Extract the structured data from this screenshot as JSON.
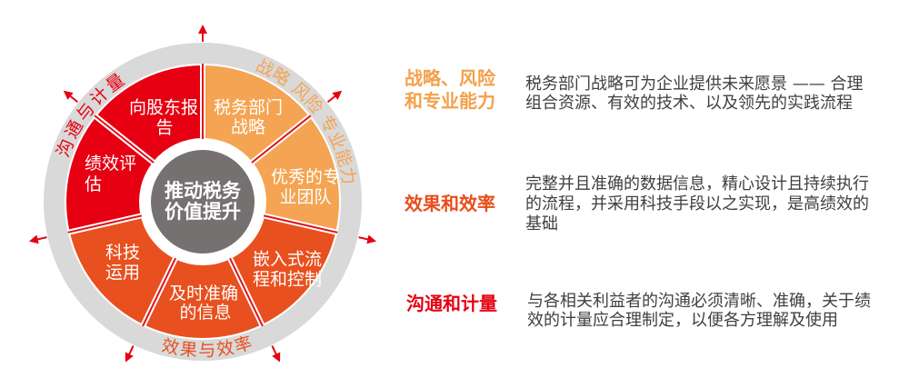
{
  "colors": {
    "red": "#E60012",
    "dark_orange": "#E8501F",
    "light_orange": "#F4A452",
    "ring_gray": "#D9D9D9",
    "center_gray": "#767171",
    "divider_red": "#E2101C",
    "body_text": "#404040"
  },
  "wheel": {
    "center": {
      "line1": "推动税务",
      "line2": "价值提升"
    },
    "segments": [
      {
        "name": "税务部门战略",
        "lines": [
          "税务部门",
          "战略"
        ],
        "color": "#F4A452"
      },
      {
        "name": "优秀的专业团队",
        "lines": [
          "优秀的专",
          "业团队"
        ],
        "color": "#F4A452"
      },
      {
        "name": "嵌入式流程和控制",
        "lines": [
          "嵌入式流",
          "程和控制"
        ],
        "color": "#E8501F"
      },
      {
        "name": "及时准确的信息",
        "lines": [
          "及时准确",
          "的信息"
        ],
        "color": "#E8501F"
      },
      {
        "name": "科技运用",
        "lines": [
          "科技",
          "运用"
        ],
        "color": "#E8501F"
      },
      {
        "name": "绩效评估",
        "lines": [
          "绩效评",
          "估"
        ],
        "color": "#E60012"
      },
      {
        "name": "向股东报告",
        "lines": [
          "向股东报",
          "告"
        ],
        "color": "#E60012"
      }
    ],
    "ring_labels": [
      {
        "text": "战略 风险 专业能力",
        "color": "#F4A452"
      },
      {
        "text": "沟通与计量",
        "color": "#E60012"
      },
      {
        "text": "效果与效率",
        "color": "#E8501F"
      }
    ]
  },
  "legend": [
    {
      "heading": [
        "战略、风险",
        "和专业能力"
      ],
      "color": "#F4A04B",
      "description": [
        "税务部门战略可为企业提供未来愿景 —— 合理",
        "组合资源、有效的技术、以及领先的实践流程"
      ]
    },
    {
      "heading": [
        "效果和效率"
      ],
      "color": "#E84E1B",
      "description": [
        "完整并且准确的数据信息，精心设计且持续执行",
        "的流程，并采用科技手段以之实现，是高绩效的",
        "基础"
      ]
    },
    {
      "heading": [
        "沟通和计量"
      ],
      "color": "#E60012",
      "description": [
        "与各相关利益者的沟通必须清晰、准确，关于绩",
        "效的计量应合理制定，以便各方理解及使用"
      ]
    }
  ]
}
